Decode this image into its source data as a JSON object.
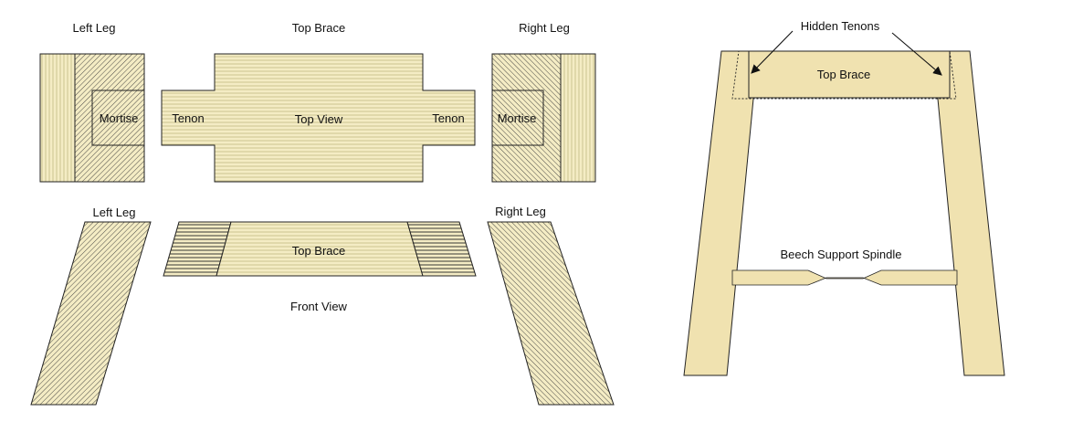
{
  "labels": {
    "left_leg_top": "Left Leg",
    "top_brace_top": "Top Brace",
    "right_leg_top": "Right Leg",
    "mortise_left": "Mortise",
    "tenon_left": "Tenon",
    "top_view": "Top View",
    "tenon_right": "Tenon",
    "mortise_right": "Mortise",
    "left_leg_front": "Left Leg",
    "top_brace_front": "Top Brace",
    "right_leg_front": "Right Leg",
    "front_view": "Front View",
    "hidden_tenons": "Hidden Tenons",
    "top_brace_assembled": "Top Brace",
    "beech_support_spindle": "Beech Support Spindle"
  },
  "colors": {
    "wood": "#f2e6b5",
    "wood_assembled": "#f0e2b0",
    "grain_line": "#c8bf85",
    "hatch": "#444444",
    "outline": "#222222"
  }
}
